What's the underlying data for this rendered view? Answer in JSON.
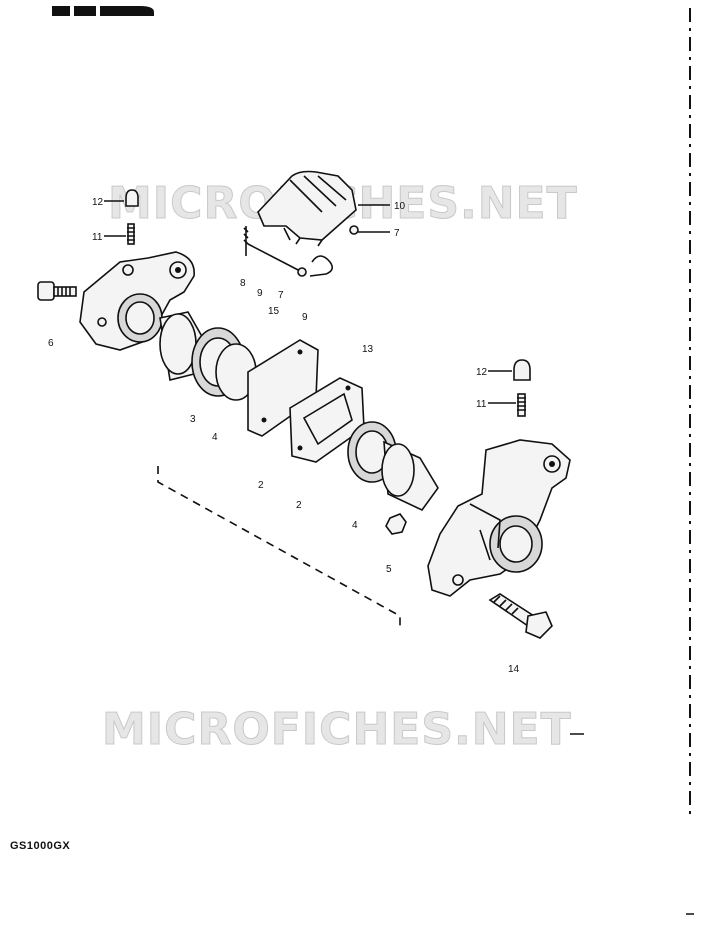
{
  "watermarks": [
    "MICROFICHES.NET",
    "MICROFICHES.NET"
  ],
  "model_code": "GS1000GX",
  "callouts": {
    "c1": "12",
    "c2": "11",
    "c3": "6",
    "c4": "8",
    "c5": "9",
    "c6": "7",
    "c7": "15",
    "c8": "9",
    "c9": "10",
    "c10": "7",
    "c11": "3",
    "c12": "4",
    "c13": "13",
    "c14": "12",
    "c15": "11",
    "c16": "2",
    "c17": "2",
    "c18": "4",
    "c19": "5",
    "c20": "14"
  }
}
